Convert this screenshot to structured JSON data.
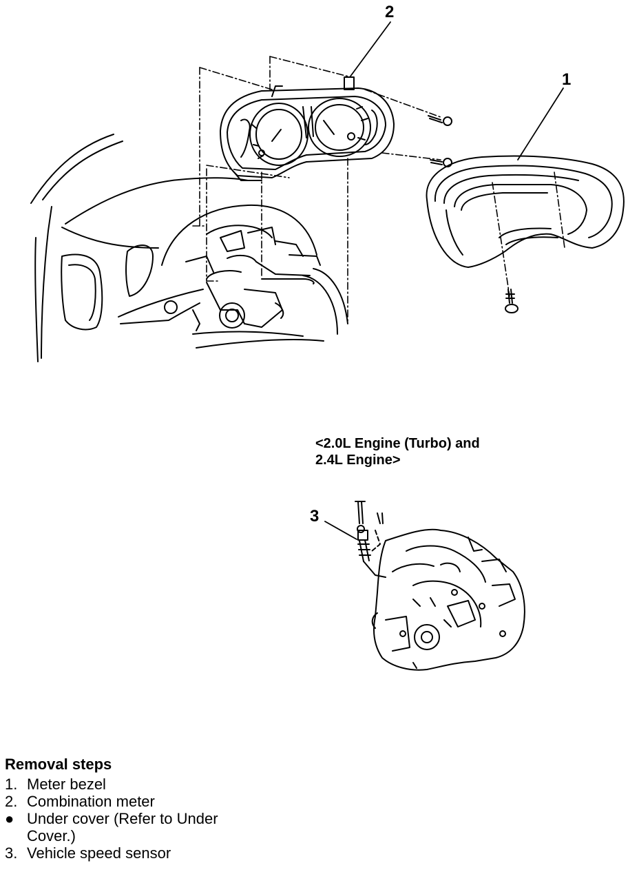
{
  "callouts": {
    "c1": "1",
    "c2": "2",
    "c3": "3"
  },
  "variant_label": {
    "line1": "<2.0L Engine (Turbo) and",
    "line2": "2.4L Engine>"
  },
  "removal_steps": {
    "title": "Removal steps",
    "items": [
      {
        "marker": "1.",
        "text": "Meter bezel"
      },
      {
        "marker": "2.",
        "text": "Combination meter"
      },
      {
        "marker": "●",
        "text": "Under cover (Refer to Under Cover.)"
      },
      {
        "marker": "3.",
        "text": "Vehicle speed sensor"
      }
    ]
  },
  "line_color": "#000000",
  "background_color": "#ffffff"
}
